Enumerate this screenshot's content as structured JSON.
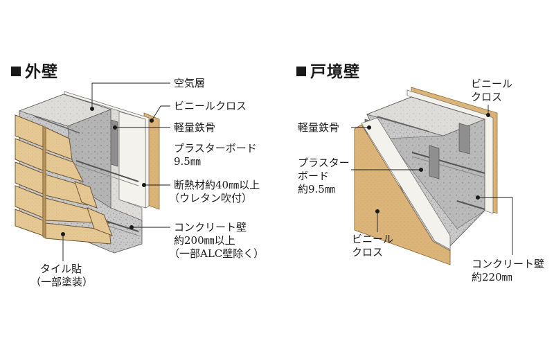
{
  "outer_wall": {
    "title": "外壁",
    "labels": {
      "air_layer": "空気層",
      "vinyl_cloth": "ビニールクロス",
      "steel_frame": "軽量鉄骨",
      "plaster_board_1": "プラスターボード",
      "plaster_board_2": "9.5㎜",
      "insulation_1": "断熱材約40㎜以上",
      "insulation_2": "（ウレタン吹付）",
      "concrete_1": "コンクリート壁",
      "concrete_2": "約200㎜以上",
      "concrete_3": "（一部ALC壁除く）",
      "tile_1": "タイル貼",
      "tile_2": "（一部塗装）"
    }
  },
  "party_wall": {
    "title": "戸境壁",
    "labels": {
      "vinyl_cloth_top_1": "ビニール",
      "vinyl_cloth_top_2": "クロス",
      "steel_frame": "軽量鉄骨",
      "plaster_board_1": "プラスター",
      "plaster_board_2": "ボード",
      "plaster_board_3": "約9.5㎜",
      "vinyl_cloth_bottom_1": "ビニール",
      "vinyl_cloth_bottom_2": "クロス",
      "concrete_1": "コンクリート壁",
      "concrete_2": "約220㎜"
    }
  },
  "colors": {
    "tile": "#e3c590",
    "concrete": "#c9c9c9",
    "insulation": "#f2f1ee",
    "steel": "#8f8f8f",
    "cloth": "#d8b47c",
    "leader": "#1a1a1a"
  }
}
